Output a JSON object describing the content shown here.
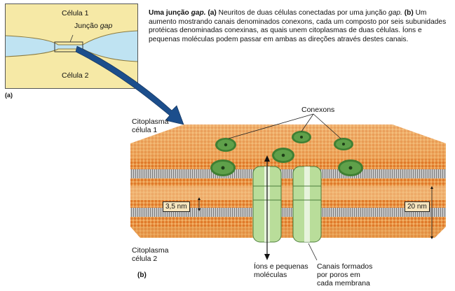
{
  "inset": {
    "panel_label": "(a)",
    "cell1": "Célula 1",
    "cell2": "Célula 2",
    "junction_prefix": "Junção ",
    "junction_italic": "gap"
  },
  "caption": {
    "title_bold": "Uma junção ",
    "title_italic": "gap.",
    "part_a_label": "(a)",
    "part_a_text": " Neuritos de duas células conectadas por uma junção ",
    "part_a_italic": "gap.",
    "part_b_label": "(b)",
    "part_b_text": " Um aumento mostrando canais denominados conexons, cada um composto por seis subunidades protéicas denominadas conexinas, as quais unem citoplasmas de duas células. Íons e pequenas moléculas podem passar em ambas as direções através destes canais."
  },
  "diagram": {
    "panel_label": "(b)",
    "cytoplasm1": "Citoplasma\ncélula 1",
    "cytoplasm2": "Citoplasma\ncélula 2",
    "connexons": "Conexons",
    "gap_width": "3,5 nm",
    "membrane_width": "20 nm",
    "ions": "Íons e pequenas\nmoléculas",
    "channels": "Canais formados\npor poros em\ncada membrana"
  },
  "colors": {
    "inset_bg": "#f6e9a6",
    "inset_channel": "#bfe3f2",
    "arrow": "#1c4e8c",
    "lipid_head": "#e07a2a",
    "lipid_light": "#f2b268",
    "tail_gray": "#8d8d8d",
    "connexon": "#5fa04a",
    "channel": "#b9dd9a"
  }
}
